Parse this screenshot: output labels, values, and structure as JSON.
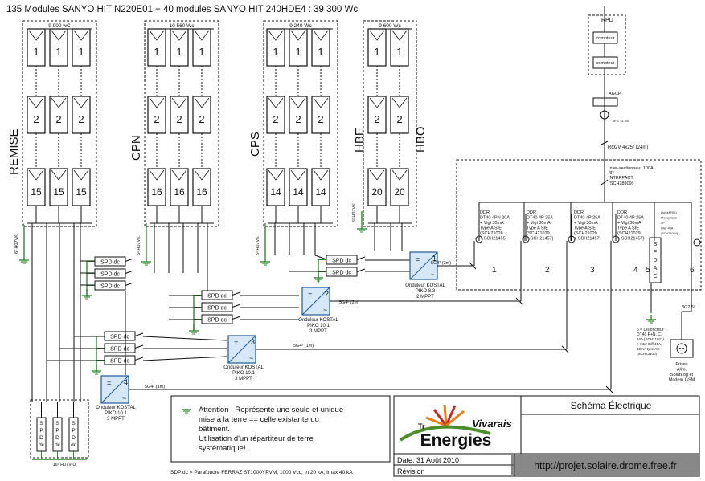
{
  "title": "135 Modules SANYO HIT N220E01 + 40 modules SANYO HIT 240HDE4 : 39 300 Wc",
  "arrays": [
    {
      "name": "REMISE",
      "power": "9 900 wC",
      "rows": [
        "1",
        "2",
        "15"
      ]
    },
    {
      "name": "CPN",
      "power": "10 560 Wc",
      "rows": [
        "1",
        "2",
        "16"
      ]
    },
    {
      "name": "CPS",
      "power": "9 240 Wc",
      "rows": [
        "1",
        "2",
        "14"
      ]
    },
    {
      "name": "HBE",
      "power": "9 600 Wc",
      "rows": [
        "1",
        "2",
        "20"
      ]
    },
    {
      "name": "HBO",
      "power": "",
      "rows": []
    }
  ],
  "earth_label": "6² H07VK",
  "earth_bottom": "16² H07V-U",
  "spd_label": "SPD dc",
  "spd_vertical": [
    "S",
    "P",
    "D",
    "dc"
  ],
  "inverters": [
    {
      "num": "1",
      "line1": "Onduleur KOSTAL",
      "line2": "PIKO 8.3",
      "line3": "2 MPPT",
      "cable": "5G4² (3m)"
    },
    {
      "num": "2",
      "line1": "Onduleur KOSTAL",
      "line2": "PIKO 10.1",
      "line3": "3 MPPT",
      "cable": "5G4² (2m)"
    },
    {
      "num": "3",
      "line1": "Onduleur KOSTAL",
      "line2": "PIKO 10.1",
      "line3": "3 MPPT",
      "cable": "5G4² (1m)"
    },
    {
      "num": "4",
      "line1": "Onduleur KOSTAL",
      "line2": "PIKO 10.1",
      "line3": "3 MPPT",
      "cable": "5G4² (1m)"
    }
  ],
  "rpd": {
    "title": "RPD",
    "meter1": "compteur",
    "meter2": "compteur",
    "agcp": "AGCP",
    "small": "NF C 14-100",
    "cable": "RO2V 4x25² (24m)"
  },
  "interrupter": {
    "l1": "Inter-sectionneur 100A",
    "l2": "4P",
    "l3": "INTERPACT",
    "l4": "(SCH28909)"
  },
  "breakers": [
    {
      "num": "1",
      "lines": [
        "DDR",
        "DT40 4PN 20A",
        "+ Vigi 30mA",
        "Type A SIE",
        "(SCH21026",
        "+ SCH21455)"
      ]
    },
    {
      "num": "2",
      "lines": [
        "DDR",
        "DT40 4P 25A",
        "+ Vigi 30mA",
        "Type A SIE",
        "(SCH21029",
        "+ SCH21457)"
      ]
    },
    {
      "num": "3",
      "lines": [
        "DDR",
        "DT40 4P 25A",
        "+ Vigi 30mA",
        "Type A SIE",
        "(SCH21029",
        "+ SCH21457)"
      ]
    },
    {
      "num": "4",
      "lines": [
        "DDR",
        "DT40 4P 25A",
        "+ Vigi 30mA",
        "Type A SIE",
        "(SCH21029",
        "+ SCH21457)"
      ]
    },
    {
      "num": "5",
      "lines": []
    },
    {
      "num": "6",
      "lines": [
        "QuickPROJ",
        "Monophasé",
        "2P",
        "Inter 40A",
        "(SCH21004)"
      ]
    }
  ],
  "spd_ac": [
    "S",
    "P",
    "D",
    "A",
    "C"
  ],
  "breaker6_note": [
    "6 = Disjoncteur",
    "DT40 P+N, C,",
    "16A (SCH21021)",
    "+ Inter Diff 40A,",
    "30mA type AC",
    "(SCH23100)"
  ],
  "cable_prises": "3G2,5²",
  "prises": [
    "Prises",
    "Alim.",
    "SolarLog et",
    "Modem GSM"
  ],
  "warning": [
    "Attention ! Représente une seule et unique",
    "mise à la terre == celle existante du",
    "bâtiment.",
    "Utilisation d'un répartiteur de terre",
    "systématique!"
  ],
  "footnote": "SDP dc = Parafoudre FERRAZ ST1000YPVM, 1000 Vcc, In 20 kA, Imax 40 kA",
  "logo": {
    "top": "Vivarais",
    "bottom": "Energies"
  },
  "box_title": "Schéma Électrique",
  "date": "Date: 31 Août 2010",
  "revision": "Révision",
  "watermark": "http://projet.solaire.drome.free.fr",
  "colors": {
    "earth": "#2e8b2e",
    "panel": "#111",
    "logo_orange": "#e87d12",
    "logo_red": "#c62828",
    "logo_green": "#4c8c2b"
  }
}
